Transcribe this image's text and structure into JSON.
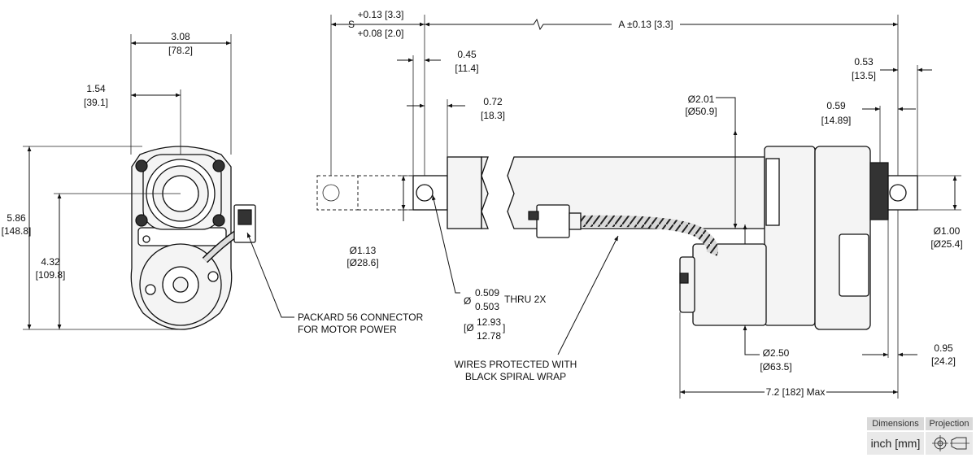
{
  "front_view": {
    "width_overall": "3.08",
    "width_overall_mm": "[78.2]",
    "width_half": "1.54",
    "width_half_mm": "[39.1]",
    "height_overall": "5.86",
    "height_overall_mm": "[148.8]",
    "height_to_rod": "4.32",
    "height_to_rod_mm": "[109.8]",
    "connector_note_1": "PACKARD 56 CONNECTOR",
    "connector_note_2": "FOR MOTOR POWER"
  },
  "side_view": {
    "stroke_label": "S",
    "stroke_tol_plus": "+0.13 [3.3]",
    "stroke_tol_minus": "+0.08 [2.0]",
    "length_a": "A ±0.13 [3.3]",
    "rod_offset": "0.45",
    "rod_offset_mm": "[11.4]",
    "tube_offset": "0.72",
    "tube_offset_mm": "[18.3]",
    "tube_dia": "Ø2.01",
    "tube_dia_mm": "[Ø50.9]",
    "rear_offset_1": "0.53",
    "rear_offset_1_mm": "[13.5]",
    "rear_offset_2": "0.59",
    "rear_offset_2_mm": "[14.89]",
    "rod_end_dia": "Ø1.13",
    "rod_end_dia_mm": "[Ø28.6]",
    "hole_prefix": "Ø",
    "hole_max": "0.509",
    "hole_min": "0.503",
    "hole_thru": "THRU 2X",
    "hole_mm_open": "[Ø",
    "hole_mm_max": "12.93",
    "hole_mm_min": "12.78",
    "hole_mm_close": "]",
    "wire_note_1": "WIRES PROTECTED WITH",
    "wire_note_2": "BLACK SPIRAL WRAP",
    "motor_dia": "Ø2.50",
    "motor_dia_mm": "[Ø63.5]",
    "rear_clevis_dia": "Ø1.00",
    "rear_clevis_dia_mm": "[Ø25.4]",
    "rear_clevis_len": "0.95",
    "rear_clevis_len_mm": "[24.2]",
    "motor_length": "7.2 [182] Max"
  },
  "legend": {
    "dimensions_header": "Dimensions",
    "projection_header": "Projection",
    "units": "inch [mm]",
    "projection_symbol": "third-angle-projection-icon"
  }
}
